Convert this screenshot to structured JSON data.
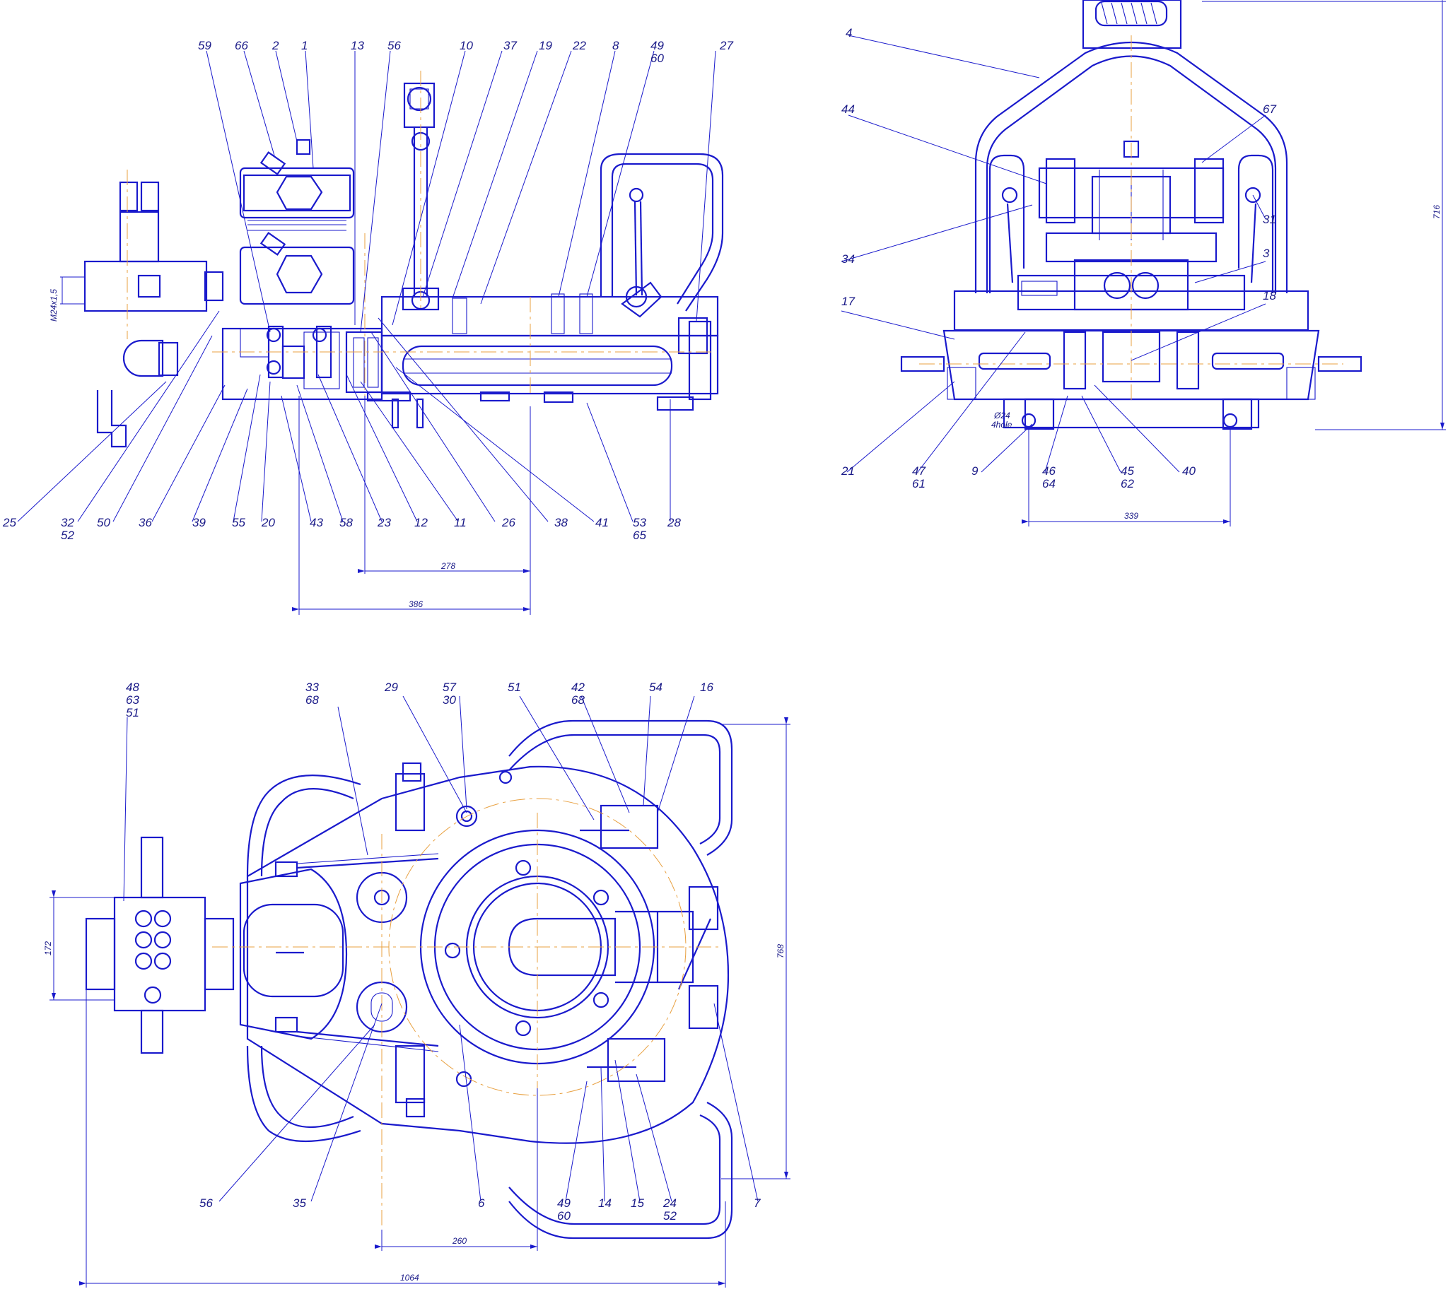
{
  "colors": {
    "line": "#1a1acc",
    "text": "#1a1a88",
    "centerline": "#e8a040"
  },
  "front_view": {
    "callouts_top": [
      "59",
      "66",
      "2",
      "1",
      "13",
      "56",
      "10",
      "37",
      "19",
      "22",
      "8",
      "49",
      "60",
      "27"
    ],
    "callouts_bottom": [
      "25",
      "32",
      "52",
      "50",
      "36",
      "39",
      "55",
      "20",
      "43",
      "58",
      "23",
      "12",
      "11",
      "26",
      "38",
      "41",
      "53",
      "65",
      "28"
    ],
    "dims": [
      "278",
      "386"
    ],
    "thread": "M24x1,5"
  },
  "side_view": {
    "callouts": [
      "4",
      "44",
      "34",
      "17",
      "67",
      "31",
      "3",
      "18",
      "21",
      "47",
      "61",
      "9",
      "46",
      "64",
      "45",
      "62",
      "40"
    ],
    "dims": [
      "716",
      "339"
    ],
    "hole": [
      "Ø24",
      "4hole"
    ]
  },
  "plan_view": {
    "callouts_top": [
      "48",
      "63",
      "51",
      "33",
      "68",
      "29",
      "57",
      "30",
      "51",
      "42",
      "68",
      "54",
      "16"
    ],
    "callouts_bottom": [
      "56",
      "35",
      "6",
      "49",
      "60",
      "14",
      "15",
      "24",
      "52",
      "7"
    ],
    "dims": [
      "172",
      "768",
      "260",
      "1064"
    ]
  }
}
